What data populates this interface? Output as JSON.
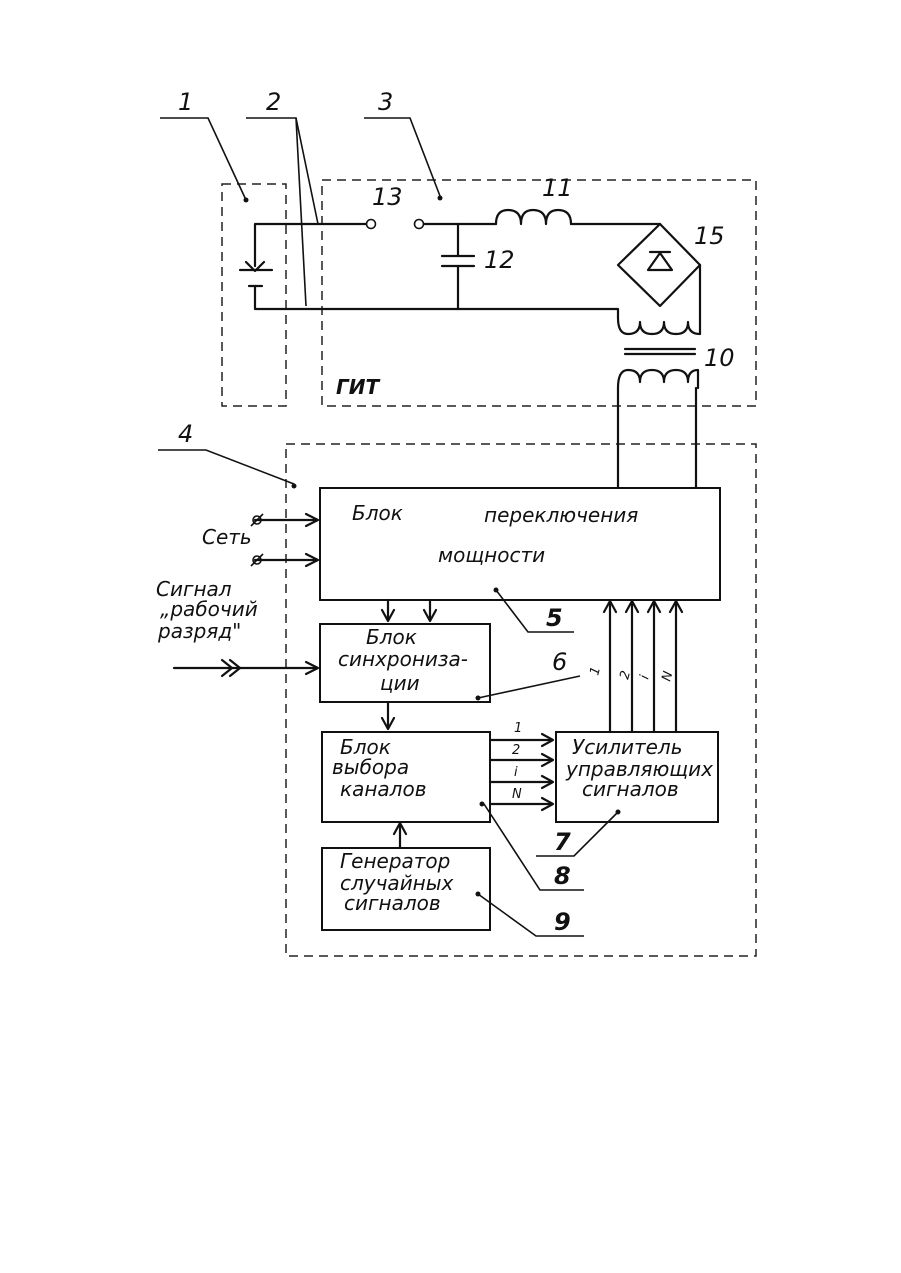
{
  "colors": {
    "ink": "#111111",
    "paper": "#ffffff"
  },
  "callouts": {
    "n1": "1",
    "n2": "2",
    "n3": "3",
    "n4": "4",
    "n5": "5",
    "n6": "6",
    "n7": "7",
    "n8": "8",
    "n9": "9",
    "n10": "10",
    "n11": "11",
    "n12": "12",
    "n13": "13",
    "n15": "15"
  },
  "git_label": "ГИТ",
  "blocks": {
    "power_switch": {
      "line1": "Блок",
      "line2": "переключения",
      "line3": "мощности"
    },
    "sync": {
      "line1": "Блок",
      "line2": "синхрониза-",
      "line3": "ции"
    },
    "channel_select": {
      "line1": "Блок",
      "line2": "выбора",
      "line3": "каналов"
    },
    "amplifier": {
      "line1": "Усилитель",
      "line2": "управляющих",
      "line3": "сигналов"
    },
    "generator": {
      "line1": "Генератор",
      "line2": "случайных",
      "line3": "сигналов"
    }
  },
  "inputs": {
    "mains": "Сеть",
    "signal_line1": "Сигнал",
    "signal_line2": "„рабочий",
    "signal_line3": "разряд\""
  },
  "channels": [
    "1",
    "2",
    "i",
    "N"
  ]
}
